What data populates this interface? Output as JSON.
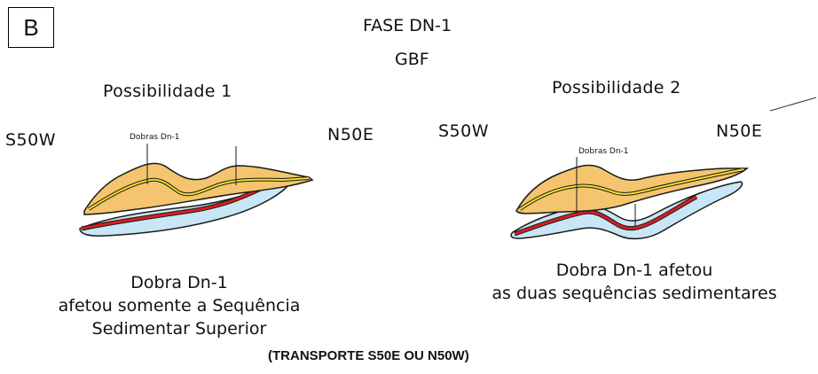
{
  "panel_label": "B",
  "phase_title": "FASE DN-1",
  "subtitle": "GBF",
  "left": {
    "title": "Possibilidade 1",
    "dir_left": "S50W",
    "dir_right": "N50E",
    "fold_label": "Dobras Dn-1",
    "caption_lines": [
      "Dobra Dn-1",
      "afetou somente a Sequência",
      "Sedimentar Superior"
    ]
  },
  "right": {
    "title": "Possibilidade 2",
    "dir_left": "S50W",
    "dir_right": "N50E",
    "fold_label": "Dobras Dn-1",
    "caption_lines": [
      "Dobra Dn-1 afetou",
      "as duas sequências sedimentares"
    ]
  },
  "footer": "(TRANSPORTE S50E OU N50W)",
  "colors": {
    "upper_sequence": "#f5c46e",
    "lower_sequence": "#c8e6f5",
    "marker_red": "#d42020",
    "marker_yellow": "#f0e030",
    "outline": "#1a1a1a"
  }
}
